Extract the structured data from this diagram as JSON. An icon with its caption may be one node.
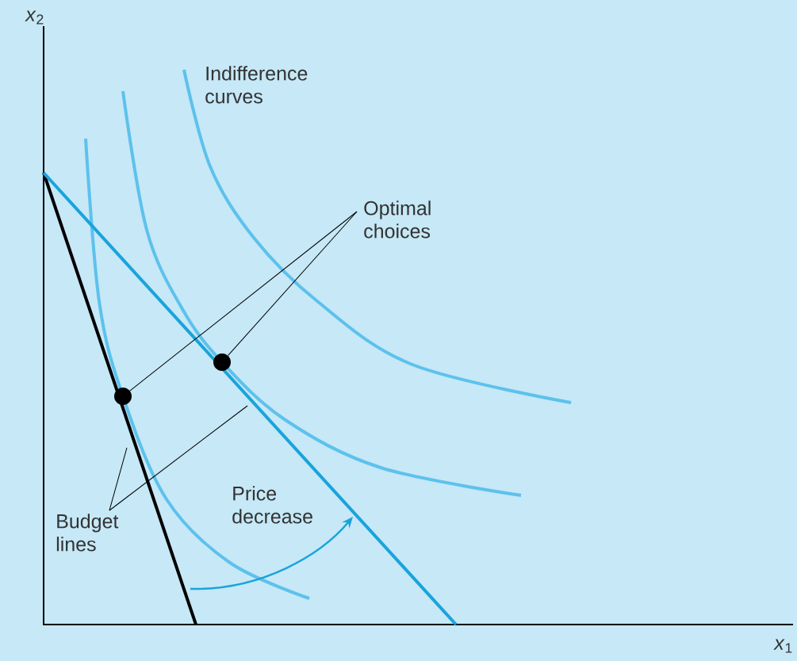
{
  "diagram": {
    "nodes": [
      {
        "text": [
          "Optimal choices"
        ]
      },
      {
        "text": [],
        "shape": "circle"
      },
      {
        "text": [],
        "shape": "circle"
      },
      {
        "text": [
          "Budget lines"
        ]
      }
    ],
    "edges": [
      {
        "from": 0,
        "to": 1,
        "arrow": "none"
      },
      {
        "from": 0,
        "to": 2,
        "arrow": "none"
      },
      {
        "from": 3,
        "to": null,
        "arrow": "none"
      },
      {
        "from": 3,
        "to": null,
        "arrow": "none"
      }
    ],
    "labels": [
      "Indifference curves",
      "Price decrease",
      "*x*$_{2}$",
      "*x*$_{1}$"
    ]
  }
}
